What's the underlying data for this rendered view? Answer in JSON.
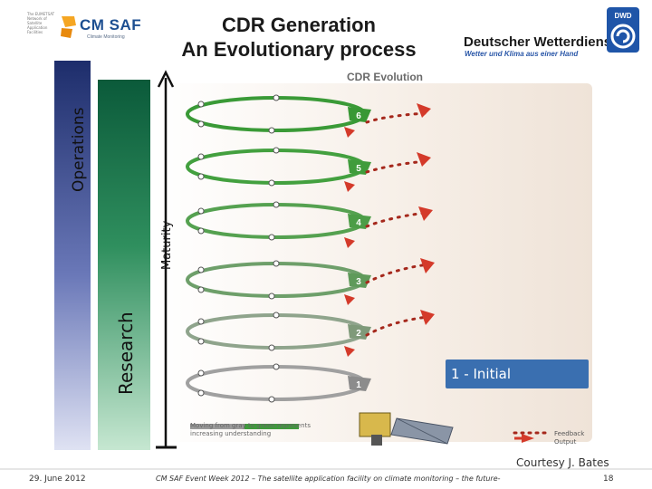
{
  "slide": {
    "title_line1": "CDR Generation",
    "title_line2": "An Evolutionary process",
    "left_logo": {
      "name": "CM SAF",
      "subtitle": "Climate Monitoring",
      "fine_print": "The EUMETSAT Network of Satellite Application Facilities"
    },
    "right_logo": {
      "name": "Deutscher Wetterdienst",
      "slogan": "Wetter und Klima aus einer Hand",
      "mark": "DWD"
    },
    "vertical_labels": {
      "operations": "Operations",
      "research": "Research",
      "maturity": "Maturity"
    },
    "figure": {
      "title": "CDR Evolution",
      "levels": [
        "1",
        "2",
        "3",
        "4",
        "5",
        "6"
      ],
      "callout": "1 - Initial",
      "legend_gradient_text": "Moving from gray to green represents increasing understanding",
      "legend_feedback": "Feedback",
      "legend_output": "Output"
    },
    "courtesy": "Courtesy J. Bates",
    "footer": {
      "date": "29. June 2012",
      "event": "CM SAF Event Week 2012 – The satellite application facility on climate monitoring – the future-",
      "page": "18"
    },
    "colors": {
      "operations_bar_top": "#1d2d6b",
      "operations_bar_bottom": "#c5cbe8",
      "research_bar_top": "#0b5a3a",
      "research_bar_bottom": "#a8d8b8",
      "ring_green": "#3f9b3c",
      "ring_gray": "#9a9a9a",
      "feedback_red": "#d43a2a",
      "callout_blue": "#3a6fb0",
      "figure_bg": "#f4ece4"
    }
  }
}
